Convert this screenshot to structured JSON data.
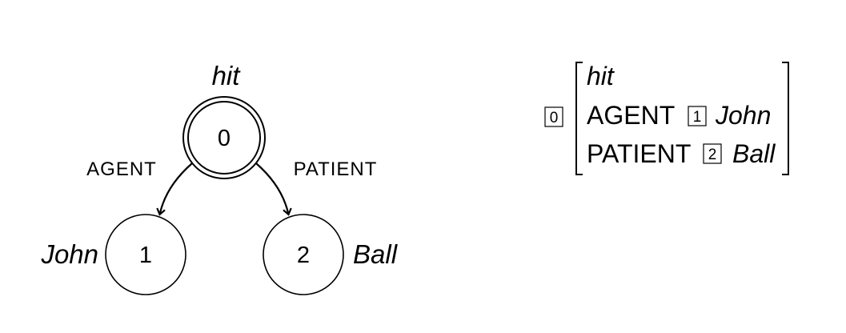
{
  "graph": {
    "root": {
      "id": "0",
      "word": "hit"
    },
    "children": [
      {
        "id": "1",
        "word": "John",
        "edge": "AGENT"
      },
      {
        "id": "2",
        "word": "Ball",
        "edge": "PATIENT"
      }
    ]
  },
  "avm": {
    "tag": "0",
    "head": "hit",
    "rows": [
      {
        "attr": "AGENT",
        "tag": "1",
        "value": "John"
      },
      {
        "attr": "PATIENT",
        "tag": "2",
        "value": "Ball"
      }
    ]
  }
}
